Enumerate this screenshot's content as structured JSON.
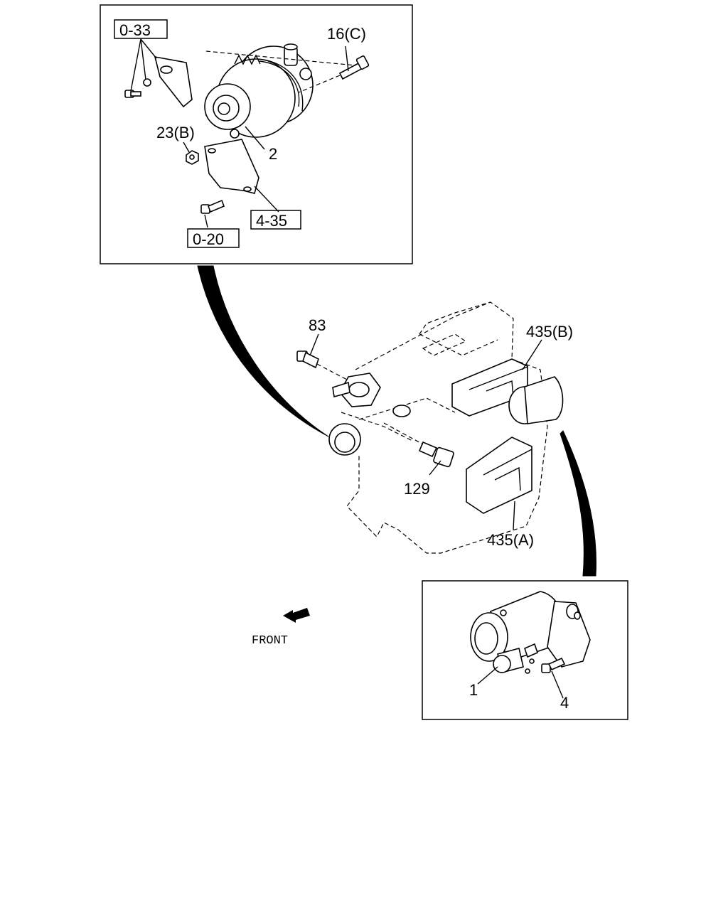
{
  "callouts": {
    "ref_0_33": "0-33",
    "ref_16c": "16(C)",
    "ref_23b": "23(B)",
    "ref_2": "2",
    "ref_4_35": "4-35",
    "ref_0_20": "0-20",
    "ref_83": "83",
    "ref_435b": "435(B)",
    "ref_129": "129",
    "ref_435a": "435(A)",
    "ref_1": "1",
    "ref_4": "4"
  },
  "front_label": "FRONT",
  "icons": {
    "front_arrow": "front-arrow-icon"
  }
}
